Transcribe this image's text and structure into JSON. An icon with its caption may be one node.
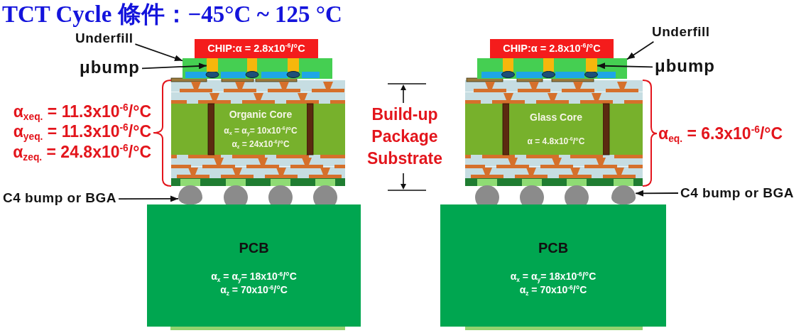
{
  "diagram": {
    "title": "TCT Cycle 條件：−45°C ~ 125 °C",
    "nodes": [
      {
        "text": [
          "CHIP:α = 2.8x10$^{-6}$/°C"
        ]
      },
      {
        "text": [
          "Underfill"
        ]
      },
      {
        "text": [],
        "shape": "box"
      },
      {
        "text": [
          "μbump"
        ]
      },
      {
        "text": [],
        "shape": "bar",
        "in": 2
      },
      {
        "text": [
          "Organic Core",
          "α$_{x}$ = α$_{y}$= 10x10$^{-6}$/°C",
          "α$_{z}$ = 24x10$^{-6}$/°C"
        ]
      },
      {
        "text": [
          "C4 bump or BGA"
        ]
      },
      {
        "text": [],
        "shape": "circle"
      },
      {
        "text": [
          "PCB",
          "α$_{x}$ = α$_{y}$= 18x10$^{-6}$/°C",
          "α$_{z}$ = 70x10$^{-6}$/°C"
        ]
      },
      {
        "text": [
          "CHIP:α = 2.8x10$^{-6}$/°C"
        ]
      },
      {
        "text": [
          "Underfill"
        ]
      },
      {
        "text": [],
        "shape": "box"
      },
      {
        "text": [
          "μbump"
        ]
      },
      {
        "text": [],
        "shape": "bar",
        "in": 11
      },
      {
        "text": [
          "Glass Core",
          "α = 4.8x10$^{-6}$/°C"
        ]
      },
      {
        "text": [
          "C4 bump or BGA"
        ]
      },
      {
        "text": [],
        "shape": "circle"
      },
      {
        "text": [
          "PCB",
          "α$_{x}$ = α$_{y}$= 18x10$^{-6}$/°C",
          "α$_{z}$ = 70x10$^{-6}$/°C"
        ]
      }
    ],
    "edges": [
      {
        "from": 1,
        "to": 2,
        "arrow": "to"
      },
      {
        "from": 3,
        "to": 4,
        "arrow": "to"
      },
      {
        "from": 6,
        "to": 7,
        "arrow": "to"
      },
      {
        "from": 10,
        "to": 11,
        "arrow": "to"
      },
      {
        "from": 12,
        "to": 13,
        "arrow": "to"
      },
      {
        "from": 15,
        "to": 16,
        "arrow": "to"
      }
    ],
    "labels": [
      "α$_{xeq.}$ = 11.3x10$^{-6}$/°C",
      "α$_{yeq.}$ = 11.3x10$^{-6}$/°C",
      "α$_{zeq.}$ = 24.8x10$^{-6}$/°C",
      "Build-up Package Substrate",
      "α$_{eq.}$ = 6.3x10$^{-6}$/°C"
    ]
  }
}
